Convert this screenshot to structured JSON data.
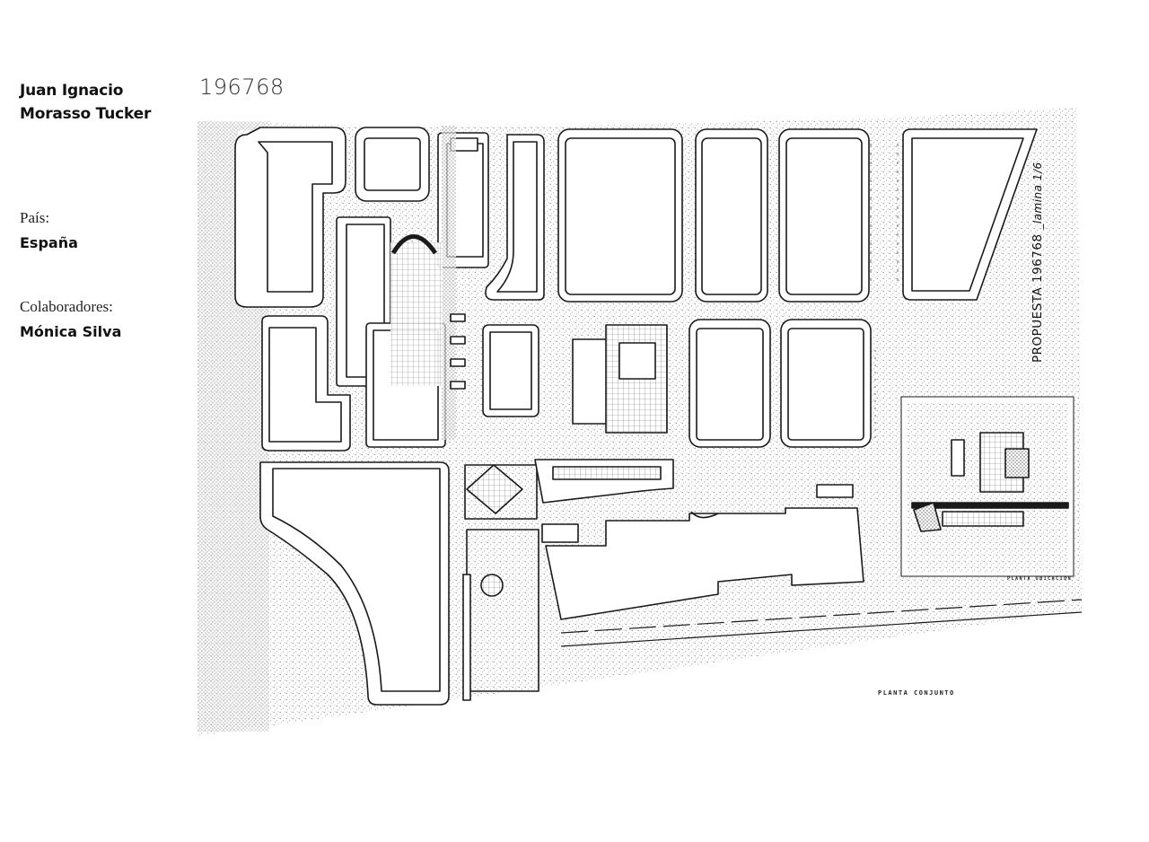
{
  "author": {
    "line1": "Juan Ignacio",
    "line2": "Morasso Tucker"
  },
  "code": "196768",
  "country": {
    "label": "País:",
    "value": "España"
  },
  "collaborators": {
    "label": "Colaboradores:",
    "value": "Mónica Silva"
  },
  "sheet": {
    "title": "PROPUESTA 196768",
    "subtitle": "_lamina 1/6"
  },
  "labels": {
    "main_plan": "PLANTA CONJUNTO",
    "location_plan": "PLANTA UBICACION"
  },
  "colors": {
    "ink": "#1a1a1a",
    "stipple": "#9a9a9a",
    "paper": "#ffffff"
  }
}
